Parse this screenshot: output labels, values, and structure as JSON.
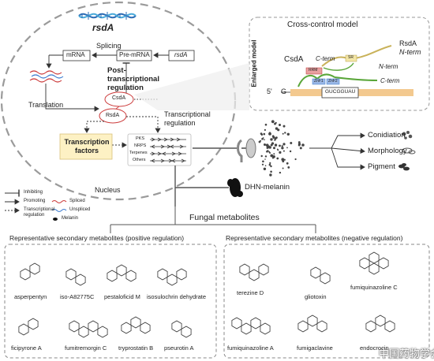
{
  "gene_name": "rsdA",
  "nucleus": {
    "label": "Nucleus",
    "splicing": "Splicing",
    "mrna": "mRNA",
    "pre_mrna": "Pre-mRNA",
    "rsda_box": "rsdA",
    "post_transcriptional": "Post-transcriptional regulation",
    "translation": "Translation",
    "csda": "CsdA",
    "rsda_protein": "RsdA",
    "transcriptional": "Transcriptional regulation",
    "transcription_factors": "Transcription factors",
    "gene_clusters": [
      "PKS",
      "NRPS",
      "Terpenes",
      "Others"
    ]
  },
  "cross_control": {
    "title": "Cross-control model",
    "side_label": "Enlarged model",
    "csda": "CsdA",
    "rsda": "RsdA",
    "c_term_1": "C-term",
    "n_term_1": "N-term",
    "n_term_2": "N-term",
    "c_term_2": "C-term",
    "sr": "SR",
    "rrm": "RRM",
    "znf1": "ZnF1",
    "znf2": "ZnF2",
    "five_prime": "5'",
    "g": "G",
    "motif": "GUCGGUAU"
  },
  "outputs": {
    "items": [
      "Conidiation",
      "Morphology",
      "Pigment"
    ],
    "dhn": "DHN-melanin"
  },
  "legend": {
    "inhibiting": "Inhibiting",
    "promoting": "Promoting",
    "transcriptional": "Transcriptional regulation",
    "spliced": "Spliced",
    "unspliced": "Unspliced",
    "melanin": "Melanin"
  },
  "fungal_metabolites": "Fungal metabolites",
  "positive": {
    "title": "Representative secondary metabolites (positive regulation)",
    "compounds": [
      "asperpentyn",
      "iso-A82775C",
      "pestaloficid M",
      "isosulochrin dehydrate",
      "ficipyrone A",
      "fumitremorgin C",
      "tryprostatin B",
      "pseurotin A"
    ]
  },
  "negative": {
    "title": "Representative secondary metabolites (negative regulation)",
    "compounds": [
      "terezine D",
      "gliotoxin",
      "fumiquinazoline C",
      "fumiquinazoline A",
      "fumigaclavine",
      "endocrocin"
    ]
  },
  "watermark": "中国药物学会",
  "colors": {
    "green": "#5aa63a",
    "red": "#cc3b3b",
    "yellow": "#fdf1c4",
    "orange": "#f3c98f",
    "blue": "#3d7ccf"
  }
}
